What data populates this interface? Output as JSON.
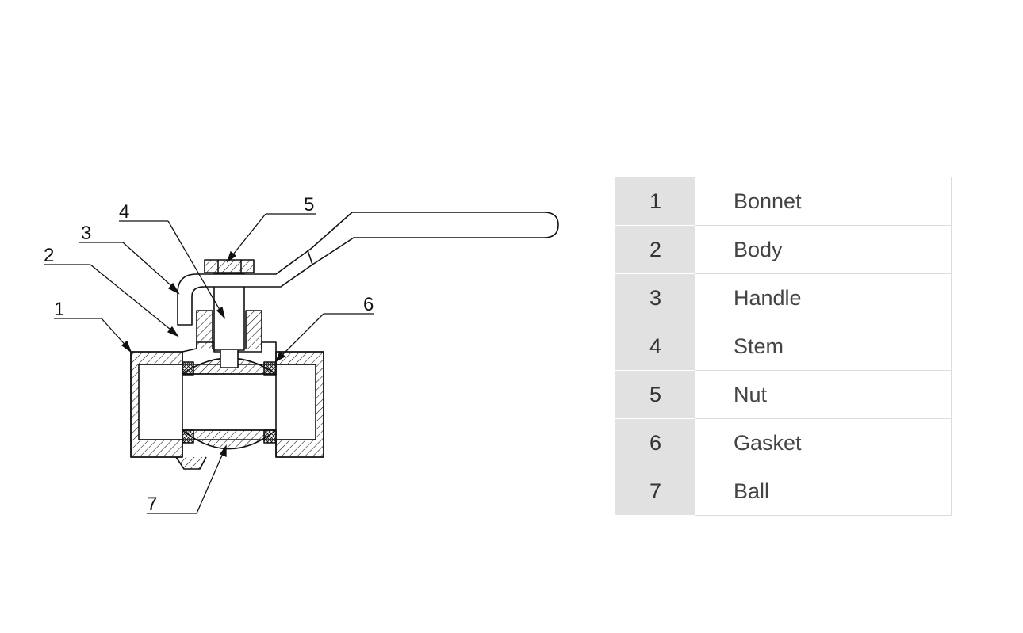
{
  "callouts": [
    "1",
    "2",
    "3",
    "4",
    "5",
    "6",
    "7"
  ],
  "parts": [
    {
      "number": "1",
      "name": "Bonnet"
    },
    {
      "number": "2",
      "name": "Body"
    },
    {
      "number": "3",
      "name": "Handle"
    },
    {
      "number": "4",
      "name": "Stem"
    },
    {
      "number": "5",
      "name": "Nut"
    },
    {
      "number": "6",
      "name": "Gasket"
    },
    {
      "number": "7",
      "name": "Ball"
    }
  ],
  "colors": {
    "line": "#111111",
    "table_number_bg": "#e1e1e1",
    "table_border": "#dcdcdc"
  }
}
